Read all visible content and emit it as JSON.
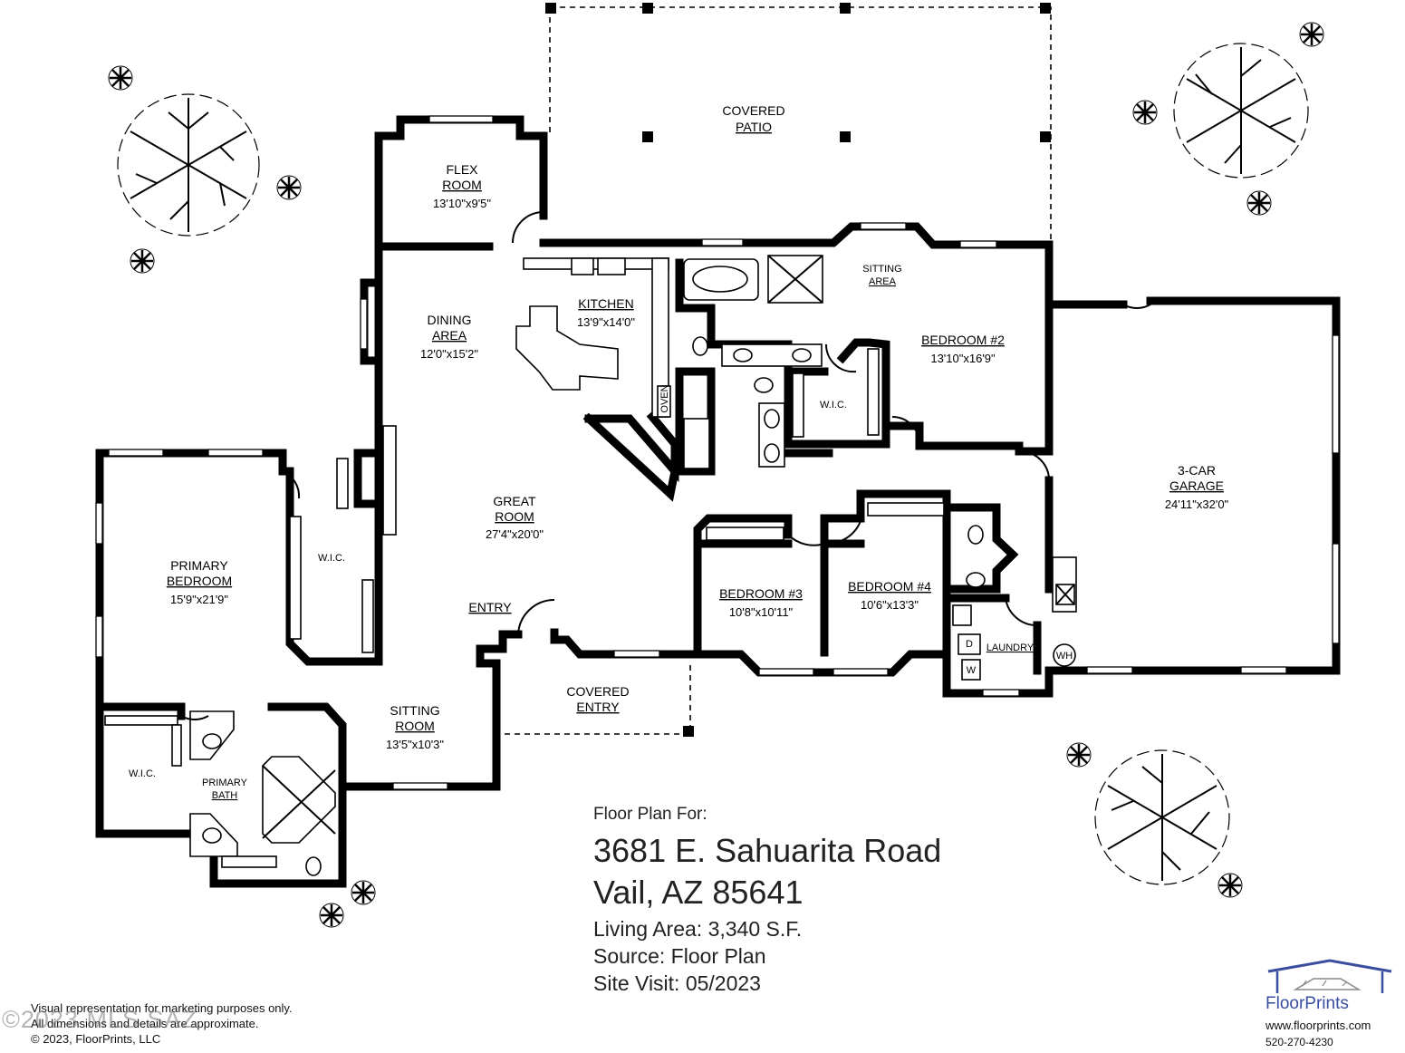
{
  "rooms": {
    "covered_patio": {
      "l1": "COVERED",
      "l2": "PATIO"
    },
    "flex_room": {
      "l1": "FLEX",
      "l2": "ROOM",
      "dim": "13'10\"x9'5\""
    },
    "dining_area": {
      "l1": "DINING",
      "l2": "AREA",
      "dim": "12'0\"x15'2\""
    },
    "kitchen": {
      "l1": "KITCHEN",
      "dim": "13'9\"x14'0\""
    },
    "oven": "OVEN",
    "sitting_area": {
      "l1": "SITTING",
      "l2": "AREA"
    },
    "bedroom2": {
      "l1": "BEDROOM #2",
      "dim": "13'10\"x16'9\""
    },
    "wic_bed2": "W.I.C.",
    "great_room": {
      "l1": "GREAT",
      "l2": "ROOM",
      "dim": "27'4\"x20'0\""
    },
    "primary_bedroom": {
      "l1": "PRIMARY",
      "l2": "BEDROOM",
      "dim": "15'9\"x21'9\""
    },
    "wic_primary": "W.I.C.",
    "entry": "ENTRY",
    "bedroom3": {
      "l1": "BEDROOM #3",
      "dim": "10'8\"x10'11\""
    },
    "bedroom4": {
      "l1": "BEDROOM #4",
      "dim": "10'6\"x13'3\""
    },
    "garage": {
      "l1": "3-CAR",
      "l2": "GARAGE",
      "dim": "24'11\"x32'0\""
    },
    "laundry": "LAUNDRY",
    "dryer": "D",
    "washer": "W",
    "water_heater": "WH",
    "covered_entry": {
      "l1": "COVERED",
      "l2": "ENTRY"
    },
    "sitting_room": {
      "l1": "SITTING",
      "l2": "ROOM",
      "dim": "13'5\"x10'3\""
    },
    "wic_bath": "W.I.C.",
    "primary_bath": {
      "l1": "PRIMARY",
      "l2": "BATH"
    }
  },
  "info": {
    "label": "Floor Plan For:",
    "street": "3681 E. Sahuarita Road",
    "city": "Vail, AZ  85641",
    "living_area": "Living Area:  3,340 S.F.",
    "source": "Source:  Floor Plan",
    "site_visit": "Site Visit:  05/2023"
  },
  "disclaimer": {
    "line1": "Visual representation for marketing purposes only.",
    "line2": "All dimensions and details are approximate.",
    "line3": "© 2023, FloorPrints, LLC"
  },
  "watermark": "©2023 MLS SAZ",
  "brand": {
    "name": "FloorPrints",
    "website": "www.floorprints.com",
    "phone": "520-270-4230",
    "color": "#3a4ea0",
    "logo_icon": "house-outline-icon"
  }
}
